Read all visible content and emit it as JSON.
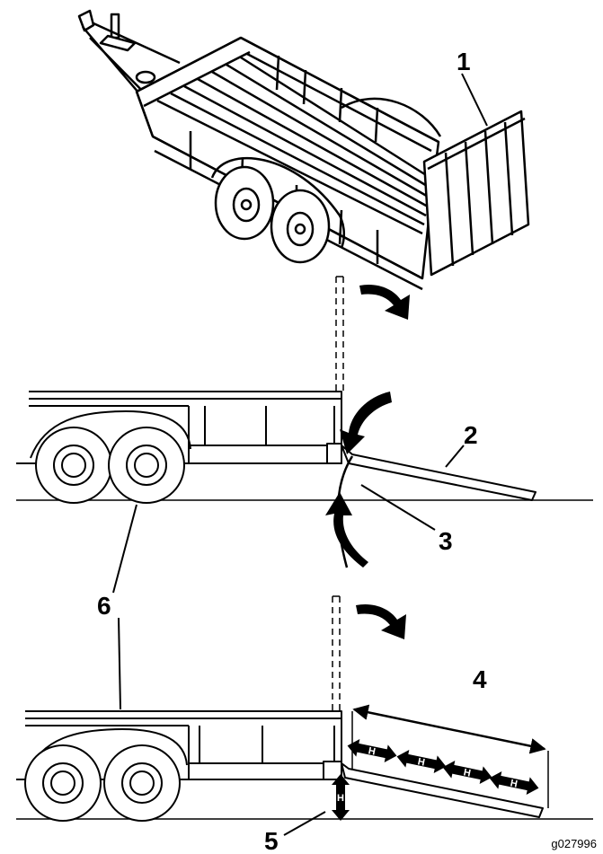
{
  "figure": {
    "callouts": [
      "1",
      "2",
      "3",
      "4",
      "5",
      "6"
    ],
    "h_label": "H",
    "figure_id": "g027996"
  },
  "colors": {
    "line": "#000000",
    "background": "#ffffff"
  }
}
